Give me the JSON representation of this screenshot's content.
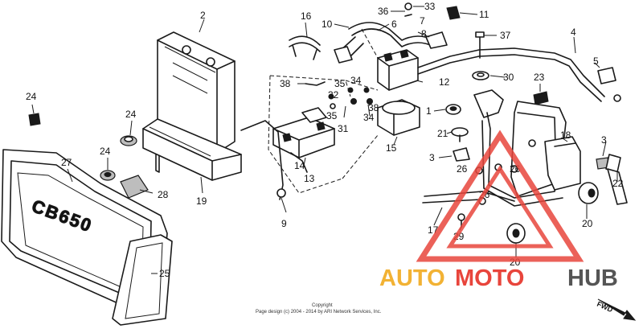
{
  "callouts": [
    "1",
    "2",
    "3",
    "3",
    "4",
    "5",
    "6",
    "7",
    "8",
    "9",
    "10",
    "11",
    "12",
    "13",
    "14",
    "15",
    "16",
    "17",
    "18",
    "19",
    "20",
    "20",
    "20",
    "21",
    "22",
    "23",
    "24",
    "24",
    "24",
    "25",
    "26",
    "26",
    "26",
    "27",
    "28",
    "29",
    "30",
    "31",
    "32",
    "33",
    "34",
    "34",
    "35",
    "35",
    "36",
    "37",
    "38",
    "38"
  ],
  "copyright": {
    "line1": "Copyright",
    "line2": "Page design (c) 2004 - 2014 by ARI Network Services, Inc."
  },
  "fwd_label": "FWD",
  "panel_badge": "CB650",
  "watermark": {
    "part1": "AUTO",
    "part2": "MOTO",
    "part3": "HUB",
    "color1": "#f2b234",
    "color2": "#e8453c",
    "color3": "#555555"
  }
}
